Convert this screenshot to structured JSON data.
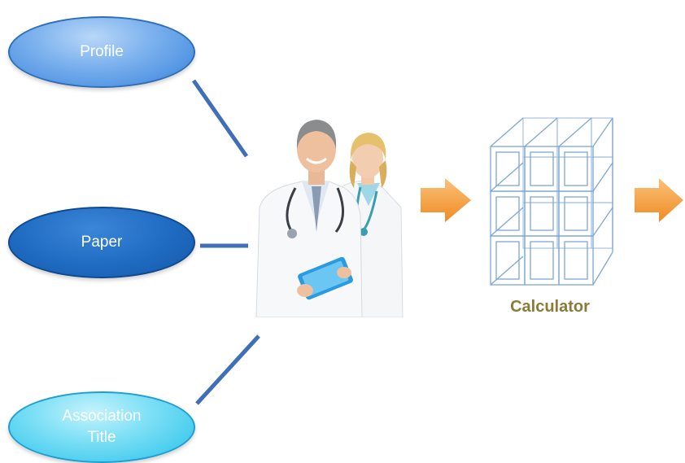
{
  "nodes": {
    "profile": "Profile",
    "paper": "Paper",
    "association_title": [
      "Association",
      "Title"
    ]
  },
  "calculator": {
    "label": "Calculator"
  },
  "images": {
    "center": "doctors-photo",
    "cube": "cube-grid-icon",
    "arrows": "arrow-right-icon"
  },
  "colors": {
    "profile_fill": "#6fa8eb",
    "paper_fill": "#1f6bc2",
    "association_fill": "#6fdaf5",
    "connector": "#3f6fb8",
    "arrow": "#f6a340",
    "calculator_text": "#8a7b38",
    "cube_stroke": "#6f9fd0"
  }
}
